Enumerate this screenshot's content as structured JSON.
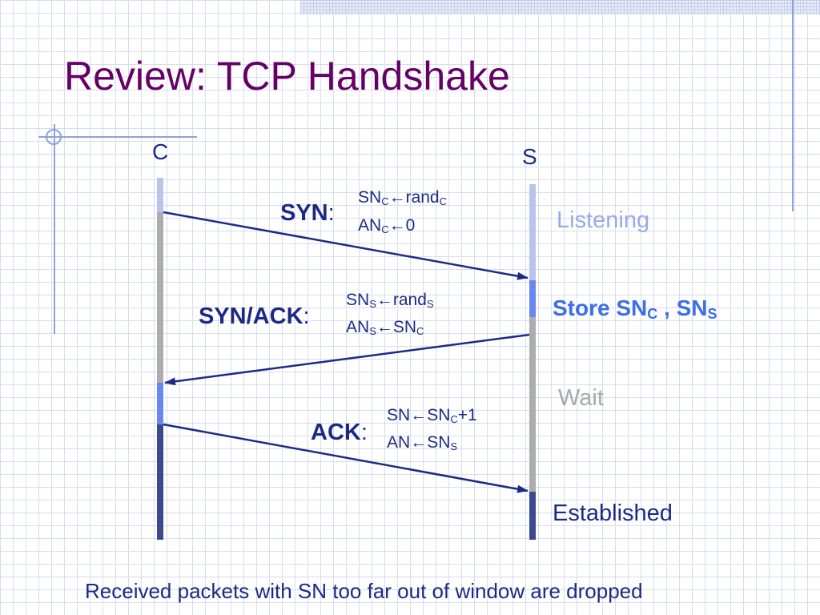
{
  "title": "Review: TCP Handshake",
  "colors": {
    "title": "#660066",
    "text": "#1c2a86",
    "light_blue": "#b8c4ee",
    "gray": "#adadad",
    "mid_blue": "#6a86f2",
    "dark_blue": "#3b4a8e",
    "listening": "#9aa9e8",
    "store": "#3b6ee8",
    "wait": "#a8a8a8",
    "established": "#1c2a86"
  },
  "nodes": {
    "client": "C",
    "server": "S"
  },
  "messages": {
    "syn": {
      "name": "SYN",
      "colon": ":",
      "line1": {
        "a": "SN",
        "a_sub": "C",
        "arrow": "←",
        "b": "rand",
        "b_sub": "C"
      },
      "line2": {
        "a": "AN",
        "a_sub": "C",
        "arrow": "←",
        "b": "0"
      }
    },
    "synack": {
      "name": "SYN/ACK",
      "colon": ":",
      "line1": {
        "a": "SN",
        "a_sub": "S",
        "arrow": "←",
        "b": "rand",
        "b_sub": "S"
      },
      "line2": {
        "a": "AN",
        "a_sub": "S",
        "arrow": "←",
        "b": "SN",
        "b_sub": "C"
      }
    },
    "ack": {
      "name": "ACK",
      "colon": ":",
      "line1": {
        "a": "SN",
        "arrow": "←",
        "b": "SN",
        "b_sub": "C",
        "c": "+1"
      },
      "line2": {
        "a": "AN",
        "arrow": "←",
        "b": "SN",
        "b_sub": "S"
      }
    }
  },
  "states": {
    "listening": "Listening",
    "store": {
      "prefix": "Store SN",
      "sub1": "C",
      "mid": " , SN",
      "sub2": "S"
    },
    "wait": "Wait",
    "established": "Established"
  },
  "footer": "Received packets with SN too far out of window are dropped"
}
